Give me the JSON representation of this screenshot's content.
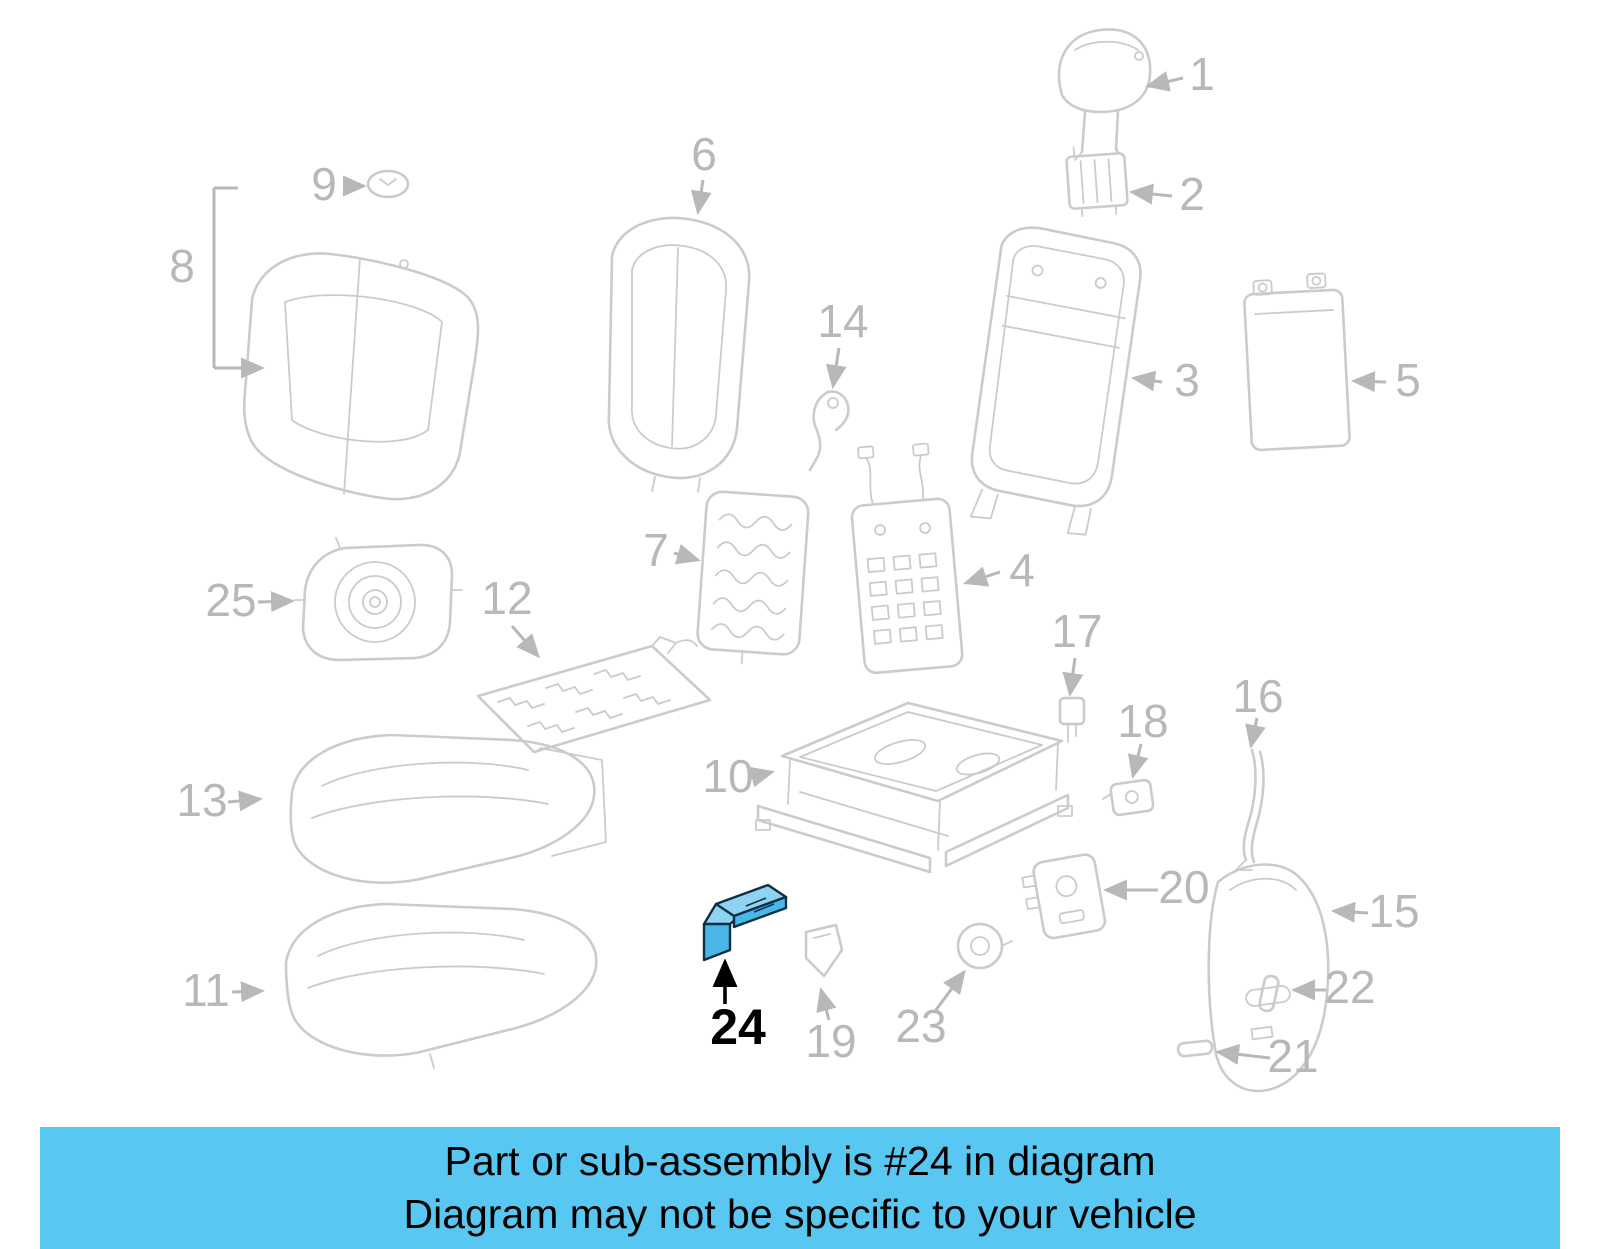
{
  "colors": {
    "line": "#cbcbcb",
    "label": "#b8b8b8",
    "highlight_fill": "#49b8e8",
    "highlight_top": "#8ed4f1",
    "highlight_stroke": "#0e2f44",
    "banner_bg": "#58c7f2",
    "banner_text": "#000000"
  },
  "diagram": {
    "highlighted_part": "24",
    "labels": [
      "1",
      "2",
      "3",
      "4",
      "5",
      "6",
      "7",
      "8",
      "9",
      "10",
      "11",
      "12",
      "13",
      "14",
      "15",
      "16",
      "17",
      "18",
      "19",
      "20",
      "21",
      "22",
      "23",
      "24",
      "25"
    ]
  },
  "banner": {
    "line1": "Part or sub-assembly is #24 in diagram",
    "line2": "Diagram may not be specific to your vehicle"
  }
}
